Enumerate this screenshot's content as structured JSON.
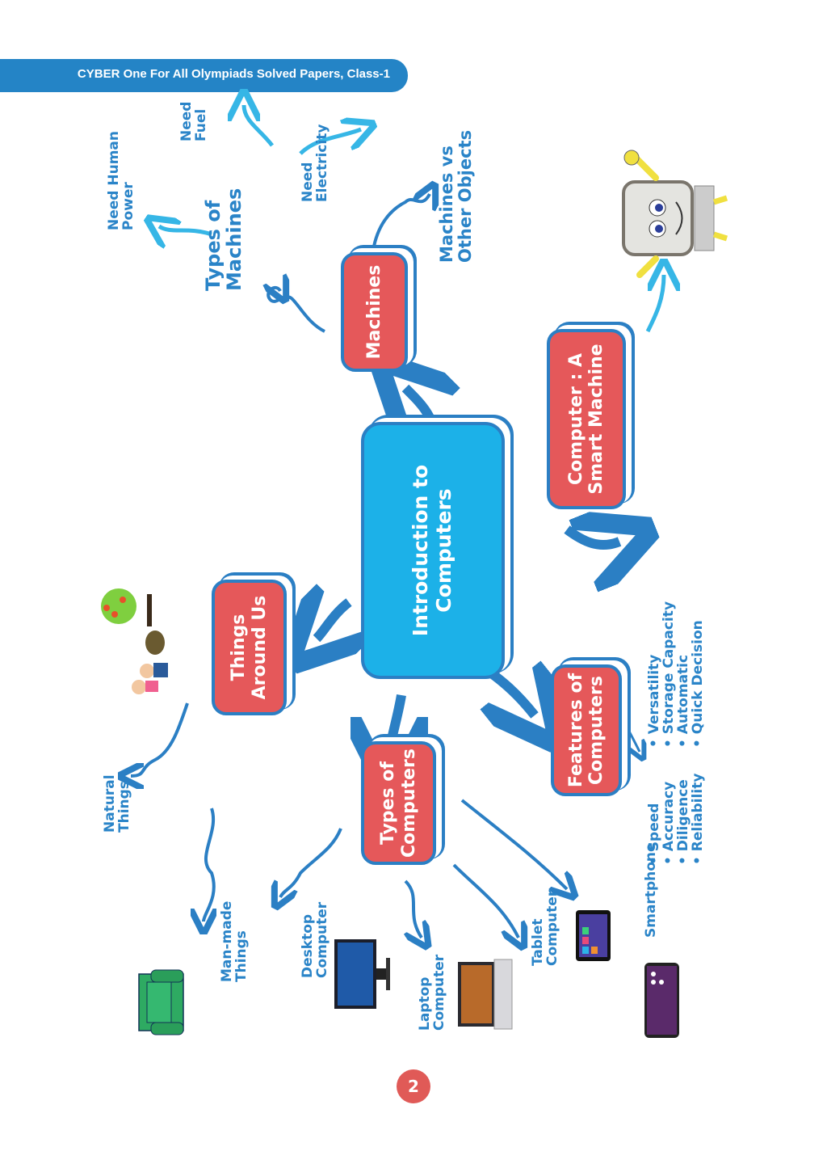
{
  "header": {
    "title": "CYBER One For All Olympiads Solved Papers, Class-1"
  },
  "page_number": "2",
  "colors": {
    "brand_blue": "#2484c6",
    "central_node": "#1cb1e8",
    "topic_node": "#e5585a",
    "text_blue": "#2a84c8"
  },
  "mindmap": {
    "central": {
      "line1": "Introduction to",
      "line2": "Computers"
    },
    "machines": {
      "title": "Machines",
      "types": {
        "line1": "Types of",
        "line2": "Machines"
      },
      "type_items": [
        {
          "line1": "Need Human",
          "line2": "Power"
        },
        {
          "line1": "Need",
          "line2": "Fuel"
        },
        {
          "line1": "Need",
          "line2": "Electricity"
        }
      ],
      "vs": {
        "line1": "Machines vs",
        "line2": "Other Objects"
      }
    },
    "smart_machine": {
      "line1": "Computer : A",
      "line2": "Smart Machine",
      "icon": "cartoon-computer-thumbs-up"
    },
    "things_around": {
      "line1": "Things",
      "line2": "Around Us",
      "icon": "tree-children-animal-illustration",
      "children": [
        {
          "line1": "Natural",
          "line2": "Things"
        },
        {
          "line1": "Man-made",
          "line2": "Things",
          "icon": "armchair"
        }
      ]
    },
    "types_of_computers": {
      "line1": "Types of",
      "line2": "Computers",
      "children": [
        {
          "line1": "Desktop",
          "line2": "Computer",
          "icon": "desktop-monitor"
        },
        {
          "line1": "Laptop",
          "line2": "Computer",
          "icon": "laptop"
        },
        {
          "line1": "Tablet",
          "line2": "Computer",
          "icon": "tablet"
        },
        {
          "line1": "Smartphone",
          "line2": "",
          "icon": "smartphone"
        }
      ]
    },
    "features": {
      "line1": "Features of",
      "line2": "Computers",
      "col1": [
        "Speed",
        "Accuracy",
        "Diligence",
        "Reliability"
      ],
      "col2": [
        "Versatility",
        "Storage Capacity",
        "Automatic",
        "Quick Decision"
      ]
    }
  }
}
